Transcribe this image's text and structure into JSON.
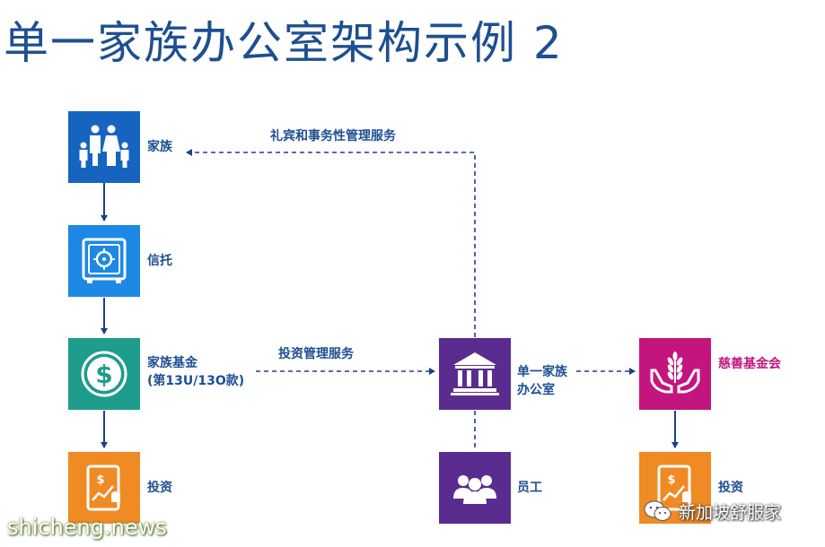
{
  "title": "单一家族办公室架构示例 2",
  "nodes": {
    "family": {
      "label": "家族"
    },
    "trust": {
      "label": "信托"
    },
    "family_fund": {
      "label_line1": "家族基金",
      "label_line2": "(第13U/13O款)"
    },
    "investment_left": {
      "label": "投资"
    },
    "single_family_office": {
      "label_line1": "单一家族",
      "label_line2": "办公室"
    },
    "staff": {
      "label": "员工"
    },
    "charity_fund": {
      "label": "慈善基金会"
    },
    "investment_right": {
      "label": "投资"
    }
  },
  "edges": {
    "concierge": {
      "label": "礼宾和事务性管理服务"
    },
    "investment_mgmt": {
      "label": "投资管理服务"
    }
  },
  "watermarks": {
    "left": "shicheng.news",
    "right": "新加坡舒服家"
  },
  "colors": {
    "dark_blue": "#1565c0",
    "light_blue": "#1e88e5",
    "teal": "#1e9c8c",
    "orange": "#f08a24",
    "purple": "#5b2c8f",
    "magenta": "#c3157e",
    "arrow": "#1d3f8a"
  },
  "icons": {
    "family": "family-icon",
    "trust": "safe-icon",
    "family_fund": "dollar-coin-icon",
    "investment": "tablet-chart-icon",
    "office": "bank-building-icon",
    "staff": "people-group-icon",
    "charity": "hands-wheat-icon"
  }
}
